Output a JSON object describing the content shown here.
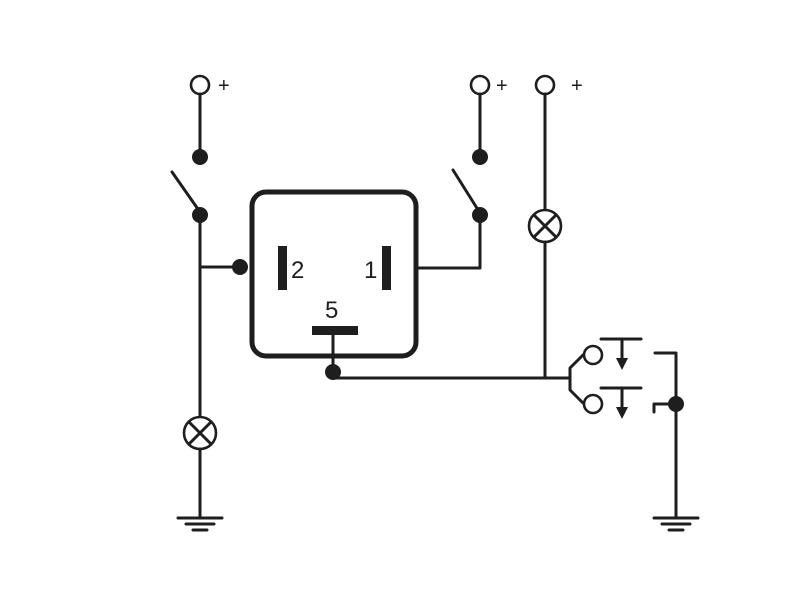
{
  "colors": {
    "line": "#1e1e1e",
    "background": "#ffffff"
  },
  "supply": {
    "left_plus": "+",
    "mid_plus": "+",
    "right_plus": "+"
  },
  "relay": {
    "pin_2": "2",
    "pin_1": "1",
    "pin_5": "5"
  }
}
